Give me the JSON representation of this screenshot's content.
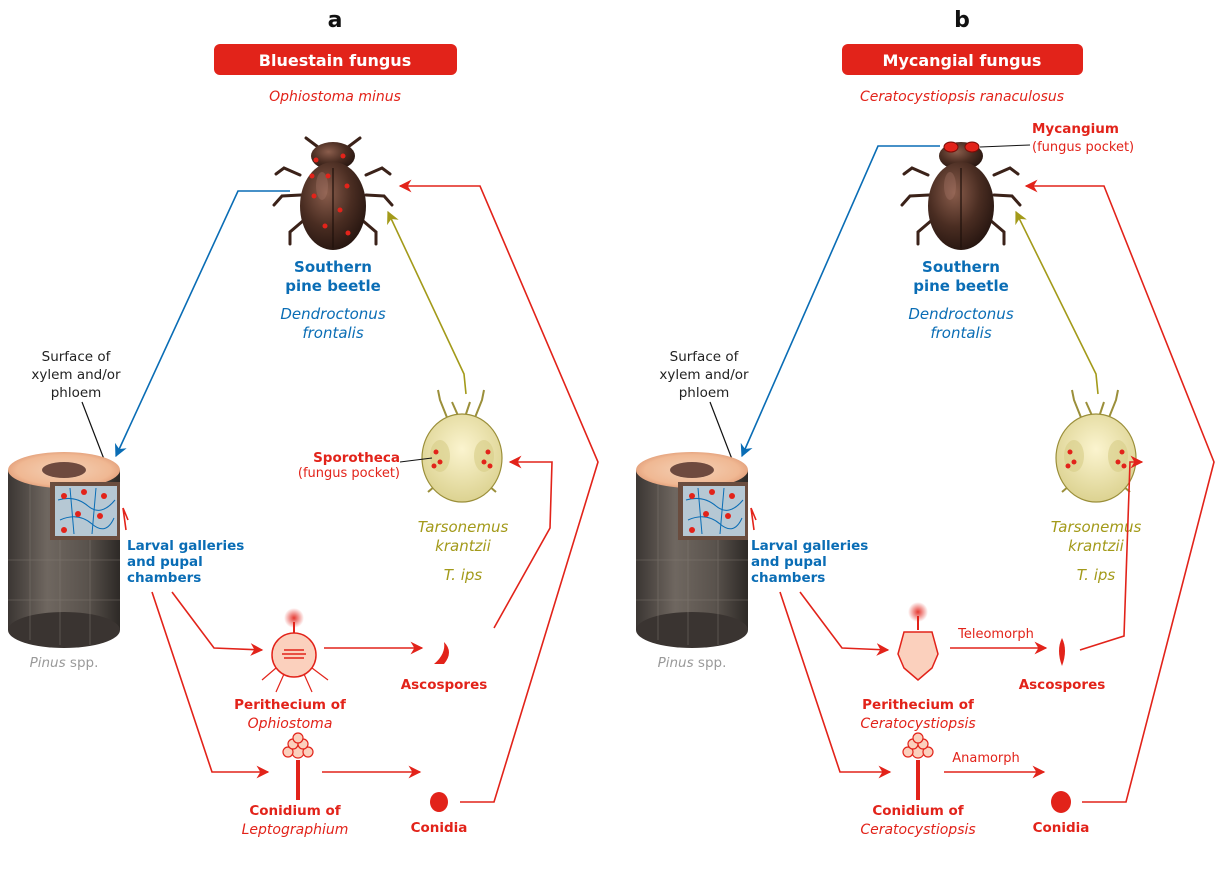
{
  "panels": [
    {
      "letter": "a",
      "banner": "Bluestain fungus",
      "species": "Ophiostoma minus",
      "beetle": {
        "line1": "Southern",
        "line2": "pine beetle",
        "sci1": "Dendroctonus",
        "sci2": "frontalis"
      },
      "surface": {
        "line1": "Surface of",
        "line2": "xylem and/or",
        "line3": "phloem"
      },
      "galleries": {
        "line1": "Larval galleries",
        "line2": "and pupal",
        "line3": "chambers"
      },
      "pinus": {
        "genus": "Pinus",
        "suffix": " spp."
      },
      "mite": {
        "line1": "Tarsonemus",
        "line2": "krantzii",
        "line3": "T. ips"
      },
      "pocket": {
        "name": "Sporotheca",
        "desc": "(fungus pocket)"
      },
      "perithecium": {
        "line1": "Perithecium of",
        "line2": "Ophiostoma"
      },
      "ascospores": "Ascospores",
      "conidium": {
        "line1": "Conidium of",
        "line2": "Leptographium"
      },
      "conidia": "Conidia"
    },
    {
      "letter": "b",
      "banner": "Mycangial fungus",
      "species": "Ceratocystiopsis ranaculosus",
      "beetle": {
        "line1": "Southern",
        "line2": "pine beetle",
        "sci1": "Dendroctonus",
        "sci2": "frontalis"
      },
      "surface": {
        "line1": "Surface of",
        "line2": "xylem and/or",
        "line3": "phloem"
      },
      "galleries": {
        "line1": "Larval galleries",
        "line2": "and pupal",
        "line3": "chambers"
      },
      "pinus": {
        "genus": "Pinus",
        "suffix": " spp."
      },
      "mite": {
        "line1": "Tarsonemus",
        "line2": "krantzii",
        "line3": "T. ips"
      },
      "pocket": {
        "name": "Mycangium",
        "desc": "(fungus pocket)"
      },
      "perithecium": {
        "line1": "Perithecium of",
        "line2": "Ceratocystiopsis"
      },
      "ascospores": "Ascospores",
      "conidium": {
        "line1": "Conidium of",
        "line2": "Ceratocystiopsis"
      },
      "conidia": "Conidia",
      "teleomorph": "Teleomorph",
      "anamorph": "Anamorph"
    }
  ],
  "colors": {
    "red": "#e2231a",
    "blue": "#0a6db5",
    "olive": "#a39a1a",
    "beetle": "#4a2d22"
  }
}
